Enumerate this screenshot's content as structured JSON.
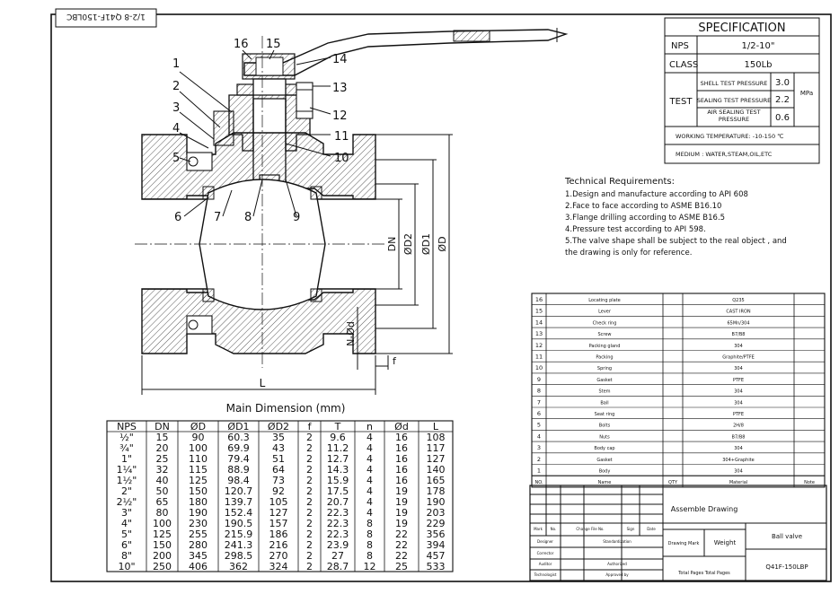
{
  "title_block": {
    "code_rotated": "1/2-8 Q41F-150LBC"
  },
  "specification": {
    "heading": "SPECIFICATION",
    "nps_label": "NPS",
    "nps_value": "1/2-10\"",
    "class_label": "CLASS",
    "class_value": "150Lb",
    "test_label": "TEST",
    "shell_label": "SHELL TEST PRESSURE",
    "shell_value": "3.0",
    "sealing_label": "SEALING TEST PRESSURE",
    "sealing_value": "2.2",
    "air_label": "AIR SEALING TEST PRESSURE",
    "air_value": "0.6",
    "unit": "MPa",
    "working_temp": "WORKING TEMPERATURE: -10-150 ℃",
    "medium": "MEDIUM : WATER,STEAM,OIL,ETC"
  },
  "technical_requirements": {
    "heading": "Technical Requirements:",
    "items": [
      "1.Design and manufacture according to API 608",
      "2.Face to face according to ASME B16.10",
      "3.Flange drilling according to ASME B16.5",
      "4.Pressure test according to API 598.",
      "5.The valve shape shall be subject to the real object , and",
      "the drawing is only for reference."
    ]
  },
  "drawing_labels": {
    "parts": [
      "1",
      "2",
      "3",
      "4",
      "5",
      "6",
      "7",
      "8",
      "9",
      "10",
      "11",
      "12",
      "13",
      "14",
      "15",
      "16"
    ],
    "dims": {
      "L": "L",
      "DN": "DN",
      "D2": "ØD2",
      "D1": "ØD1",
      "D": "ØD",
      "n_d": "N-Ød",
      "f": "f"
    }
  },
  "main_dimension": {
    "title": "Main Dimension (mm)",
    "headers": [
      "NPS",
      "DN",
      "ØD",
      "ØD1",
      "ØD2",
      "f",
      "T",
      "n",
      "Ød",
      "L"
    ],
    "rows": [
      [
        "½\"",
        "15",
        "90",
        "60.3",
        "35",
        "2",
        "9.6",
        "4",
        "16",
        "108"
      ],
      [
        "¾\"",
        "20",
        "100",
        "69.9",
        "43",
        "2",
        "11.2",
        "4",
        "16",
        "117"
      ],
      [
        "1\"",
        "25",
        "110",
        "79.4",
        "51",
        "2",
        "12.7",
        "4",
        "16",
        "127"
      ],
      [
        "1¼\"",
        "32",
        "115",
        "88.9",
        "64",
        "2",
        "14.3",
        "4",
        "16",
        "140"
      ],
      [
        "1½\"",
        "40",
        "125",
        "98.4",
        "73",
        "2",
        "15.9",
        "4",
        "16",
        "165"
      ],
      [
        "2\"",
        "50",
        "150",
        "120.7",
        "92",
        "2",
        "17.5",
        "4",
        "19",
        "178"
      ],
      [
        "2½\"",
        "65",
        "180",
        "139.7",
        "105",
        "2",
        "20.7",
        "4",
        "19",
        "190"
      ],
      [
        "3\"",
        "80",
        "190",
        "152.4",
        "127",
        "2",
        "22.3",
        "4",
        "19",
        "203"
      ],
      [
        "4\"",
        "100",
        "230",
        "190.5",
        "157",
        "2",
        "22.3",
        "8",
        "19",
        "229"
      ],
      [
        "5\"",
        "125",
        "255",
        "215.9",
        "186",
        "2",
        "22.3",
        "8",
        "22",
        "356"
      ],
      [
        "6\"",
        "150",
        "280",
        "241.3",
        "216",
        "2",
        "23.9",
        "8",
        "22",
        "394"
      ],
      [
        "8\"",
        "200",
        "345",
        "298.5",
        "270",
        "2",
        "27",
        "8",
        "22",
        "457"
      ],
      [
        "10\"",
        "250",
        "406",
        "362",
        "324",
        "2",
        "28.7",
        "12",
        "25",
        "533"
      ]
    ]
  },
  "parts_list": {
    "rows": [
      [
        "16",
        "Locating plate",
        "",
        "Q235",
        ""
      ],
      [
        "15",
        "Lever",
        "",
        "CAST IRON",
        ""
      ],
      [
        "14",
        "Check ring",
        "",
        "65Mn/304",
        ""
      ],
      [
        "13",
        "Screw",
        "",
        "B7/B8",
        ""
      ],
      [
        "12",
        "Packing gland",
        "",
        "304",
        ""
      ],
      [
        "11",
        "Packing",
        "",
        "Graphite/PTFE",
        ""
      ],
      [
        "10",
        "Spring",
        "",
        "304",
        ""
      ],
      [
        "9",
        "Gasket",
        "",
        "PTFE",
        ""
      ],
      [
        "8",
        "Stem",
        "",
        "304",
        ""
      ],
      [
        "7",
        "Ball",
        "",
        "304",
        ""
      ],
      [
        "6",
        "Seat ring",
        "",
        "PTFE",
        ""
      ],
      [
        "5",
        "Bolts",
        "",
        "2H/8",
        ""
      ],
      [
        "4",
        "Nuts",
        "",
        "B7/B8",
        ""
      ],
      [
        "3",
        "Body cap",
        "",
        "304",
        ""
      ],
      [
        "2",
        "Gasket",
        "",
        "304+Graphite",
        ""
      ],
      [
        "1",
        "Body",
        "",
        "304",
        ""
      ]
    ],
    "header": [
      "NO.",
      "Name",
      "QTY",
      "Material",
      "Note"
    ]
  },
  "title_cells": {
    "assemble_drawing": "Assemble Drawing",
    "mark": "Mark",
    "no": "No.",
    "change_file_no": "Change File No.",
    "sign": "Sign",
    "date": "Date",
    "designer": "Designer",
    "standardization": "Standardization",
    "corrector": "Corrector",
    "auditor": "Auditor",
    "authorized": "Authorized",
    "technologist": "Technologist",
    "approved": "Approved by",
    "drawing_mark": "Drawing Mark",
    "weight": "Weight",
    "total_pages": "Total Pages Total Pages",
    "product_name": "Ball valve",
    "drawing_code": "Q41F-150LBP"
  }
}
